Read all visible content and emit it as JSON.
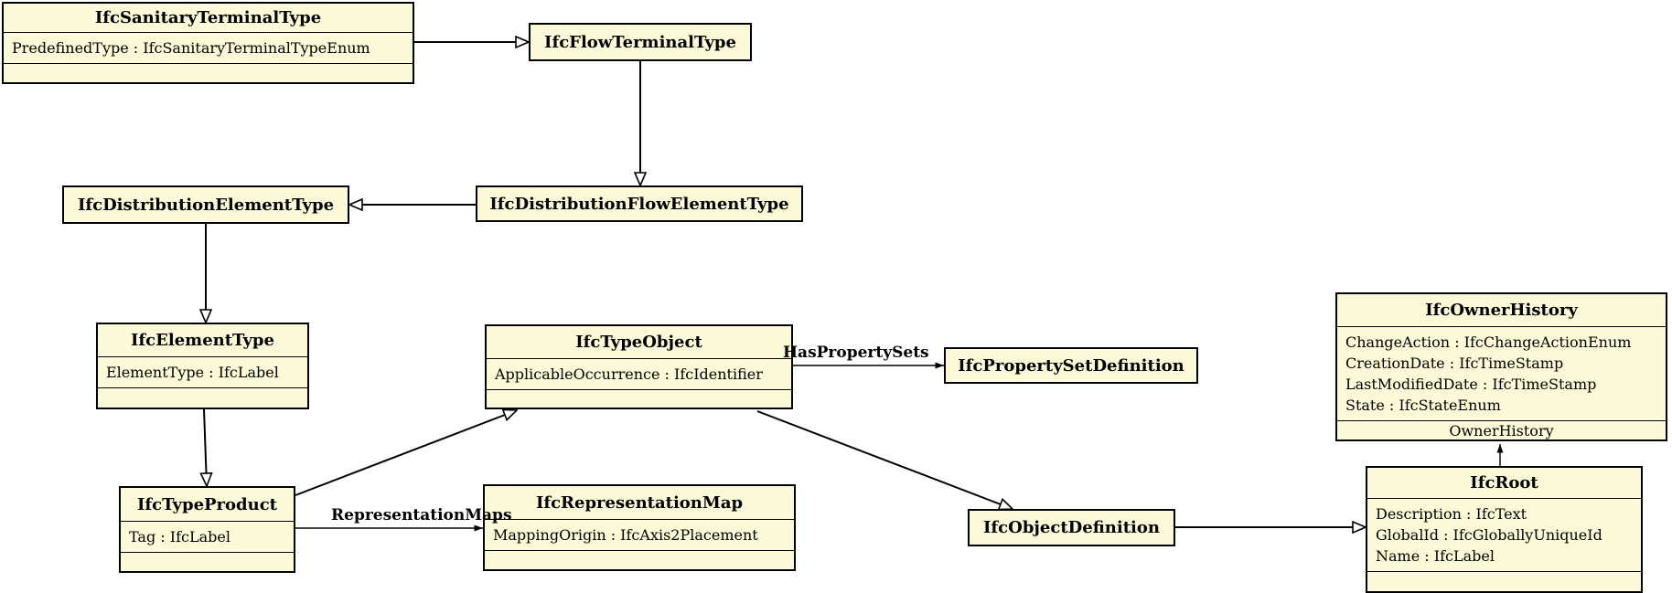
{
  "diagram": {
    "type": "UML class diagram",
    "subject": "IFC IfcSanitaryTerminalType inheritance hierarchy",
    "colors": {
      "box_fill": "#FCF9D8",
      "box_border": "#000000",
      "text": "#000000",
      "background": "#FFFFFF"
    },
    "classes": [
      {
        "name": "IfcSanitaryTerminalType",
        "attributes": [
          "PredefinedType : IfcSanitaryTerminalTypeEnum"
        ]
      },
      {
        "name": "IfcFlowTerminalType",
        "attributes": []
      },
      {
        "name": "IfcDistributionElementType",
        "attributes": []
      },
      {
        "name": "IfcDistributionFlowElementType",
        "attributes": []
      },
      {
        "name": "IfcElementType",
        "attributes": [
          "ElementType : IfcLabel"
        ]
      },
      {
        "name": "IfcTypeObject",
        "attributes": [
          "ApplicableOccurrence : IfcIdentifier"
        ]
      },
      {
        "name": "IfcPropertySetDefinition",
        "attributes": []
      },
      {
        "name": "IfcOwnerHistory",
        "attributes": [
          "ChangeAction : IfcChangeActionEnum",
          "CreationDate : IfcTimeStamp",
          "LastModifiedDate : IfcTimeStamp",
          "State : IfcStateEnum"
        ],
        "footer_label": "OwnerHistory"
      },
      {
        "name": "IfcTypeProduct",
        "attributes": [
          "Tag : IfcLabel"
        ]
      },
      {
        "name": "IfcRepresentationMap",
        "attributes": [
          "MappingOrigin : IfcAxis2Placement"
        ]
      },
      {
        "name": "IfcObjectDefinition",
        "attributes": []
      },
      {
        "name": "IfcRoot",
        "attributes": [
          "Description : IfcText",
          "GlobalId : IfcGloballyUniqueId",
          "Name : IfcLabel"
        ]
      }
    ],
    "generalizations": [
      {
        "from": "IfcSanitaryTerminalType",
        "to": "IfcFlowTerminalType"
      },
      {
        "from": "IfcFlowTerminalType",
        "to": "IfcDistributionFlowElementType"
      },
      {
        "from": "IfcDistributionFlowElementType",
        "to": "IfcDistributionElementType"
      },
      {
        "from": "IfcDistributionElementType",
        "to": "IfcElementType"
      },
      {
        "from": "IfcElementType",
        "to": "IfcTypeProduct"
      },
      {
        "from": "IfcTypeProduct",
        "to": "IfcTypeObject"
      },
      {
        "from": "IfcTypeObject",
        "to": "IfcObjectDefinition"
      },
      {
        "from": "IfcObjectDefinition",
        "to": "IfcRoot"
      }
    ],
    "associations": [
      {
        "label": "HasPropertySets",
        "from": "IfcTypeObject",
        "to": "IfcPropertySetDefinition"
      },
      {
        "label": "RepresentationMaps",
        "from": "IfcTypeProduct",
        "to": "IfcRepresentationMap"
      },
      {
        "label": "OwnerHistory",
        "from": "IfcRoot",
        "to": "IfcOwnerHistory"
      }
    ]
  }
}
